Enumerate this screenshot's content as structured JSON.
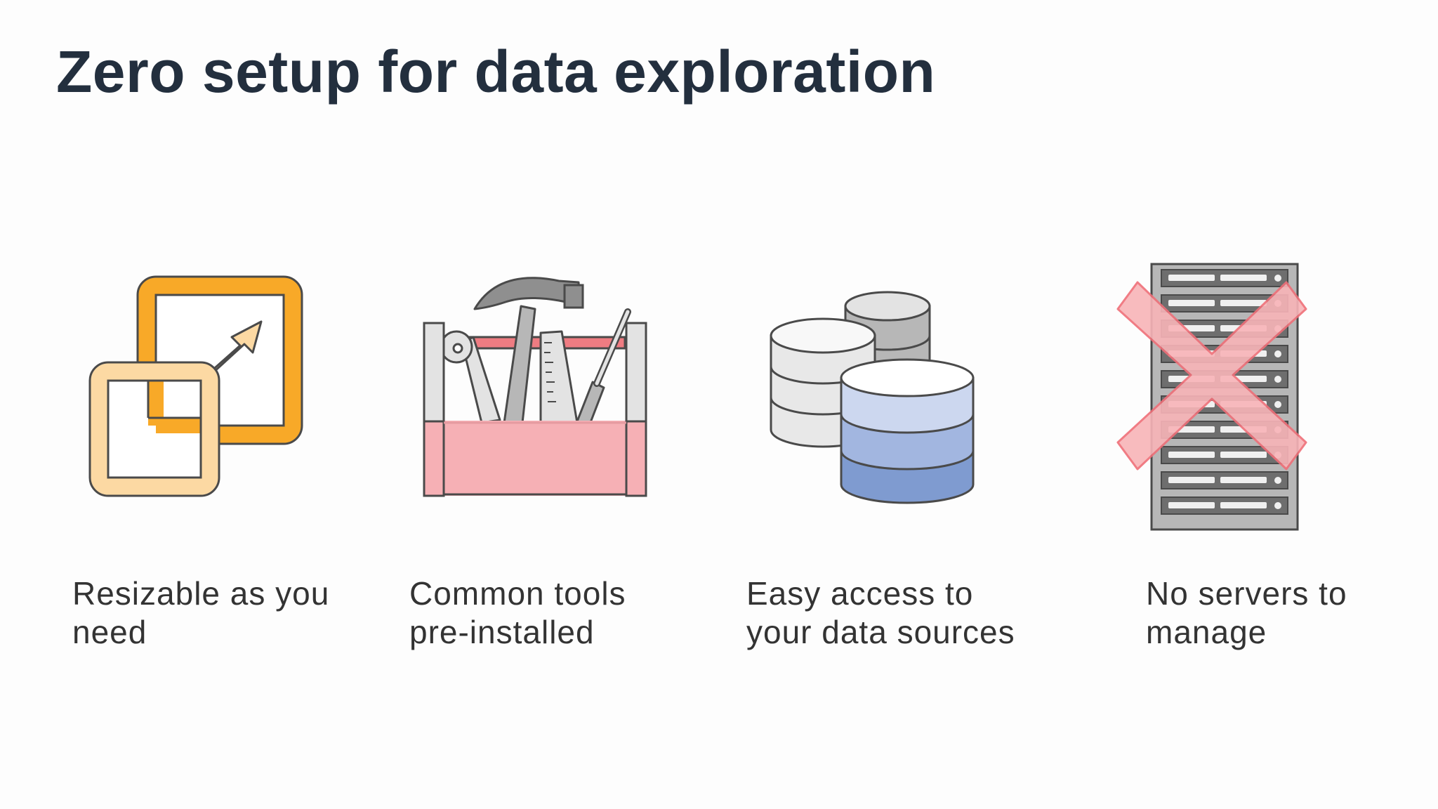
{
  "slide": {
    "title": "Zero setup for data exploration"
  },
  "features": [
    {
      "icon": "resize-icon",
      "caption_line1": "Resizable as you",
      "caption_line2": "need"
    },
    {
      "icon": "toolbox-icon",
      "caption_line1": "Common tools",
      "caption_line2": "pre-installed"
    },
    {
      "icon": "database-icon",
      "caption_line1": "Easy access to",
      "caption_line2": "your data sources"
    },
    {
      "icon": "no-server-icon",
      "caption_line1": "No servers to",
      "caption_line2": "manage"
    }
  ],
  "colors": {
    "title": "#232f3e",
    "text": "#333333",
    "orange": "#f8a928",
    "light_orange": "#fcd9a3",
    "pink": "#f6b0b5",
    "blue": "#7f9bd0",
    "gray": "#b7b7b7",
    "dark_gray": "#5a5a5a"
  }
}
